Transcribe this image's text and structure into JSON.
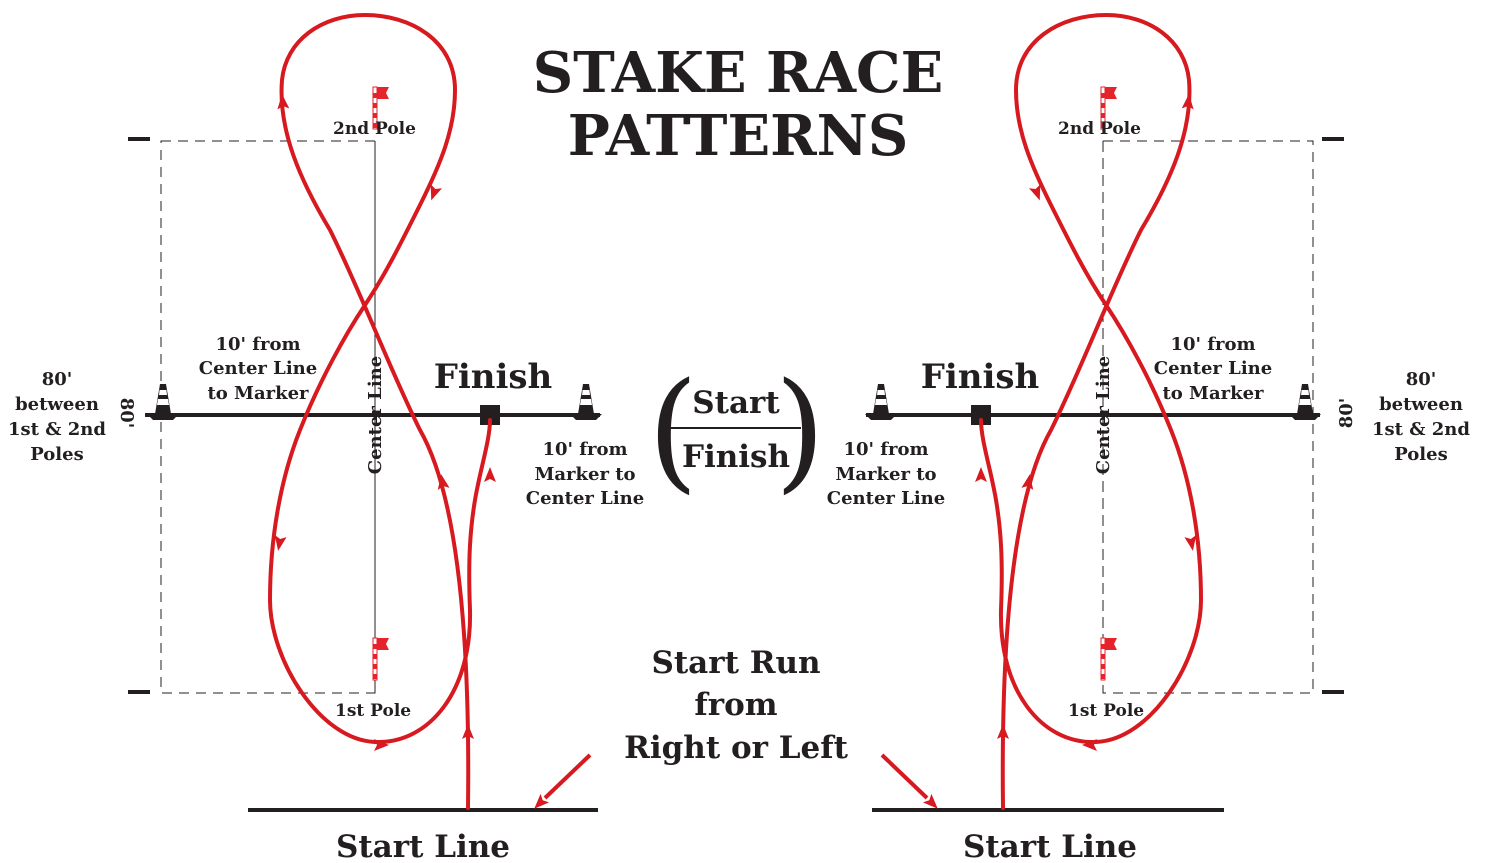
{
  "title": {
    "line1": "STAKE RACE",
    "line2": "PATTERNS"
  },
  "center": {
    "start": "Start",
    "finish": "Finish"
  },
  "start_run": {
    "line1": "Start Run",
    "line2": "from",
    "line3": "Right or Left"
  },
  "left": {
    "second_pole": "2nd Pole",
    "first_pole": "1st Pole",
    "center_line": "Center Line",
    "finish": "Finish",
    "marker_note": [
      "10' from",
      "Center Line",
      "to Marker"
    ],
    "marker_center_note": [
      "10' from",
      "Marker to",
      "Center Line"
    ],
    "dimension": "80'",
    "between_note": [
      "80'",
      "between",
      "1st & 2nd",
      "Poles"
    ],
    "start_line": "Start Line"
  },
  "right": {
    "second_pole": "2nd Pole",
    "first_pole": "1st Pole",
    "center_line": "Center Line",
    "finish": "Finish",
    "marker_note": [
      "10' from",
      "Center Line",
      "to Marker"
    ],
    "marker_center_note": [
      "10' from",
      "Marker to",
      "Center Line"
    ],
    "dimension": "80'",
    "between_note": [
      "80'",
      "between",
      "1st & 2nd",
      "Poles"
    ],
    "start_line": "Start Line"
  },
  "colors": {
    "path": "#d71920",
    "ink": "#231f20",
    "flag": "#e4232b"
  },
  "icons": [
    "pole-flag-icon",
    "traffic-cone-icon",
    "finish-marker-icon",
    "direction-arrow-icon"
  ]
}
